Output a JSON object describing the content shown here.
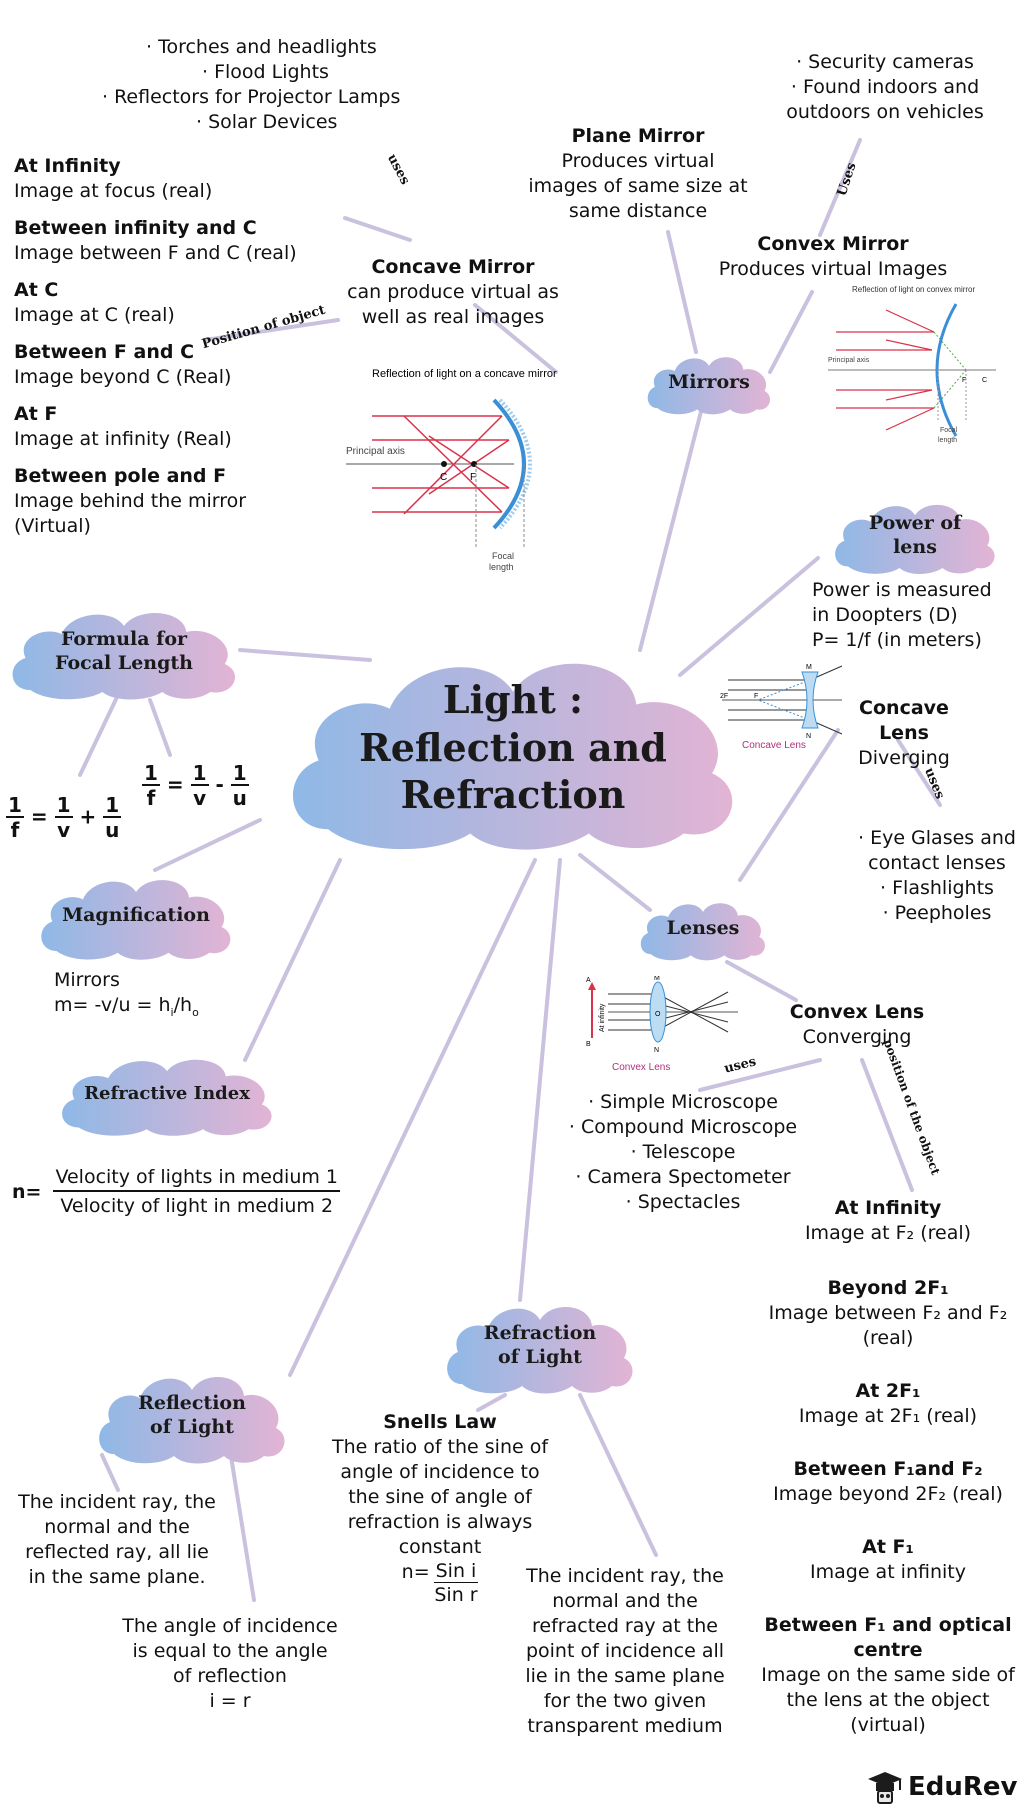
{
  "title": {
    "line1": "Light :",
    "line2": "Reflection and",
    "line3": "Refraction"
  },
  "nodes": {
    "mirrors": "Mirrors",
    "lenses": "Lenses",
    "power_of_lens": {
      "l1": "Power of",
      "l2": "lens"
    },
    "formula": {
      "l1": "Formula for",
      "l2": "Focal Length"
    },
    "magnification": "Magnification",
    "refractive_index": "Refractive Index",
    "reflection": {
      "l1": "Reflection",
      "l2": "of Light"
    },
    "refraction": {
      "l1": "Refraction",
      "l2": "of Light"
    }
  },
  "edge_labels": {
    "concave_uses": "uses",
    "convex_mirror_uses": "Uses",
    "concave_lens_uses": "uses",
    "convex_lens_uses": "uses",
    "position_of_object": "Position of object",
    "convex_lens_position": "position of the object"
  },
  "concave_mirror": {
    "uses": [
      "· Torches and headlights",
      "· Flood Lights",
      "· Reflectors for Projector Lamps",
      "· Solar Devices"
    ],
    "title": "Concave Mirror",
    "desc1": "can produce virtual as",
    "desc2": "well as real images",
    "positions": [
      {
        "pos": "At Infinity",
        "img": [
          "Image at focus (real)"
        ]
      },
      {
        "pos": "Between infinity and C",
        "img": [
          "Image between F and C (real)"
        ]
      },
      {
        "pos": "At C",
        "img": [
          "Image at C (real)"
        ]
      },
      {
        "pos": "Between F and C",
        "img": [
          "Image beyond C (Real)"
        ]
      },
      {
        "pos": "At F",
        "img": [
          "Image at infinity (Real)"
        ]
      },
      {
        "pos": "Between pole and F",
        "img": [
          "Image behind the mirror",
          "(Virtual)"
        ]
      }
    ],
    "figure": {
      "title": "Reflection of light on a concave mirror",
      "axis": "Principal axis",
      "c": "C",
      "f": "F",
      "focal1": "Focal",
      "focal2": "length"
    }
  },
  "plane_mirror": {
    "title": "Plane Mirror",
    "lines": [
      "Produces virtual",
      "images of same size at",
      "same distance"
    ]
  },
  "convex_mirror": {
    "uses": [
      "· Security cameras",
      "· Found indoors and",
      "outdoors on vehicles"
    ],
    "title": "Convex Mirror",
    "desc": "Produces virtual Images",
    "figure": {
      "title": "Reflection of light on convex mirror",
      "axis": "Principal axis",
      "f": "F",
      "c": "C",
      "focal1": "Focal",
      "focal2": "length"
    }
  },
  "power": {
    "lines": [
      "Power is measured",
      "in Doopters (D)",
      "P= 1/f (in meters)"
    ]
  },
  "concave_lens": {
    "title": "Concave Lens",
    "desc": "Diverging",
    "uses": [
      "· Eye Glases and",
      "contact lenses",
      "· Flashlights",
      "· Peepholes"
    ],
    "figure": {
      "caption": "Concave Lens",
      "m": "M",
      "n": "N",
      "f2": "2F",
      "f": "F"
    }
  },
  "formula": {
    "f1": {
      "lhs_n": "1",
      "lhs_d": "f",
      "a_n": "1",
      "a_d": "v",
      "op": "+",
      "b_n": "1",
      "b_d": "u",
      "eq": "="
    },
    "f2": {
      "lhs_n": "1",
      "lhs_d": "f",
      "a_n": "1",
      "a_d": "v",
      "op": "-",
      "b_n": "1",
      "b_d": "u",
      "eq": "="
    }
  },
  "magnification": {
    "l1": "Mirrors",
    "l2": "m= -v/u = h",
    "sub_i": "i",
    "slash": "/h",
    "sub_o": "o"
  },
  "refractive_index": {
    "n": "n=",
    "num": "Velocity of lights in medium 1",
    "den": "Velocity of light in medium 2"
  },
  "convex_lens": {
    "title": "Convex Lens",
    "desc": "Converging",
    "uses": [
      "· Simple Microscope",
      "· Compound Microscope",
      "· Telescope",
      "· Camera Spectometer",
      "· Spectacles"
    ],
    "figure": {
      "caption": "Convex Lens",
      "m": "M",
      "n": "N",
      "a": "A",
      "b": "B",
      "o": "O",
      "side": "At infinity"
    },
    "positions": [
      {
        "pos": "At Infinity",
        "img": "Image at F₂ (real)"
      },
      {
        "pos": "Beyond 2F₁",
        "img": "Image between F₂ and F₂ (real)"
      },
      {
        "pos": "At 2F₁",
        "img": "Image at 2F₁ (real)"
      },
      {
        "pos": "Between F₁and F₂",
        "img": "Image beyond 2F₂ (real)"
      },
      {
        "pos": "At F₁",
        "img": "Image at infinity"
      },
      {
        "pos": "Between F₁ and optical centre",
        "img": "Image on the same side of the lens at the object (virtual)"
      }
    ]
  },
  "reflection": {
    "p1": [
      "The incident ray, the",
      "normal and the",
      "reflected ray, all lie",
      "in the same plane."
    ],
    "p2": [
      "The angle of incidence",
      "is equal to the angle",
      "of reflection",
      "i = r"
    ]
  },
  "snells": {
    "title": "Snells Law",
    "lines": [
      "The ratio of the sine of",
      "angle of incidence to",
      "the sine of angle of",
      "refraction is always",
      "constant"
    ],
    "n": "n=",
    "num": "Sin i",
    "den": "Sin r"
  },
  "refraction_text": [
    "The incident ray, the",
    "normal and the",
    "refracted ray at the",
    "point of incidence all",
    "lie in the same plane",
    "for the two given",
    "transparent medium"
  ],
  "brand": "EduRev",
  "colors": {
    "cloud_left": "#8fb8e6",
    "cloud_right": "#e2b4d4",
    "line": "#c6bedc",
    "ray": "#d9334a",
    "mirror": "#3a8fd6"
  }
}
